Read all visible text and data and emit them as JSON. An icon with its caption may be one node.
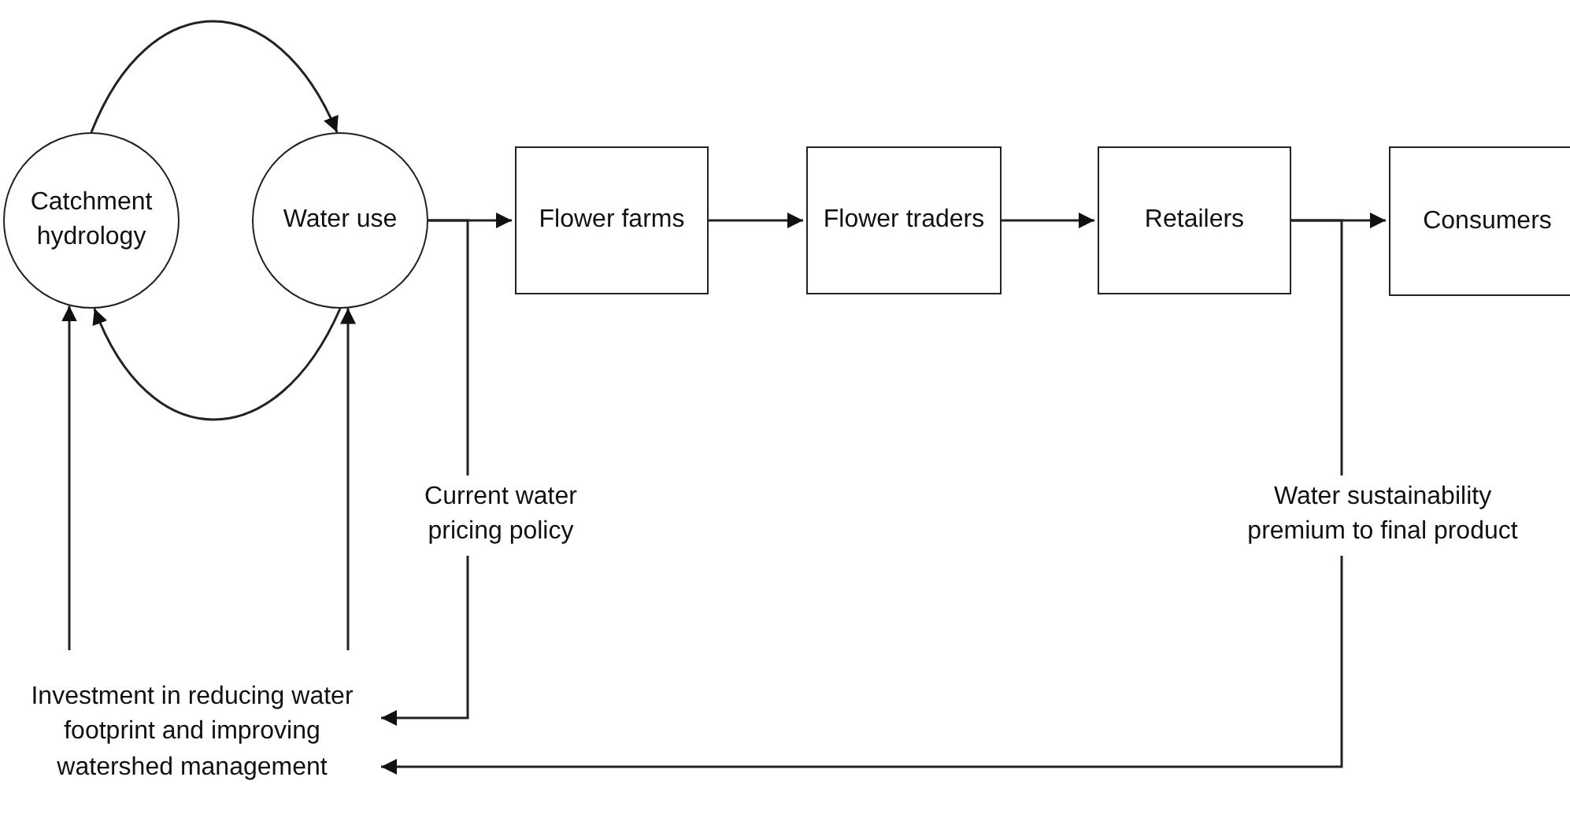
{
  "diagram": {
    "nodes": [
      {
        "text": [
          "Catchment hydrology"
        ]
      },
      {
        "text": [
          "Water use"
        ]
      },
      {
        "text": [
          "Flower farms"
        ]
      },
      {
        "text": [
          "Flower traders"
        ]
      },
      {
        "text": [
          "Retailers"
        ]
      },
      {
        "text": [
          "Consumers"
        ]
      },
      {
        "text": [
          "Investment in reducing water footprint and improving watershed management"
        ]
      }
    ],
    "edges": [
      {
        "from": 0,
        "to": 1,
        "arrow": "to"
      },
      {
        "from": 1,
        "to": 0,
        "arrow": "to"
      },
      {
        "from": 6,
        "to": 0,
        "arrow": "to"
      },
      {
        "from": 6,
        "to": 1,
        "arrow": "to"
      },
      {
        "from": 1,
        "to": 2,
        "arrow": "to"
      },
      {
        "from": 2,
        "to": 3,
        "arrow": "to"
      },
      {
        "from": 3,
        "to": 4,
        "arrow": "to"
      },
      {
        "from": 4,
        "to": 5,
        "arrow": "to"
      },
      {
        "from": 1,
        "to": 6,
        "arrow": "to",
        "label": "Current water pricing policy"
      },
      {
        "from": 4,
        "to": 6,
        "arrow": "to",
        "label": "Water sustainability premium to final product"
      }
    ]
  }
}
